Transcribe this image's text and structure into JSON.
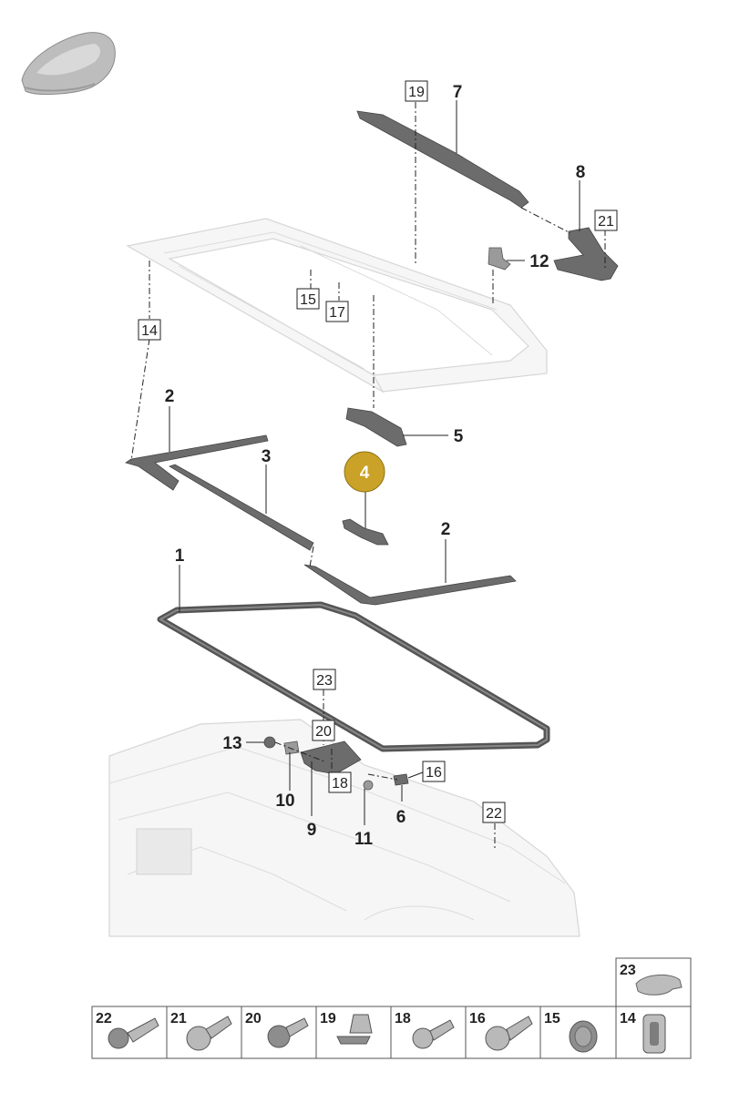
{
  "callouts": {
    "c1": "1",
    "c2a": "2",
    "c2b": "2",
    "c3": "3",
    "c4": "4",
    "c5": "5",
    "c6": "6",
    "c7": "7",
    "c8": "8",
    "c9": "9",
    "c10": "10",
    "c11": "11",
    "c12": "12",
    "c13": "13",
    "b14": "14",
    "b15": "15",
    "b16": "16",
    "b17": "17",
    "b18": "18",
    "b19": "19",
    "b20": "20",
    "b21": "21",
    "b22": "22",
    "b23": "23"
  },
  "highlight_color": "#c9a227",
  "parts_table": {
    "top_row": [
      "23"
    ],
    "bottom_row": [
      "22",
      "21",
      "20",
      "19",
      "18",
      "16",
      "15",
      "14"
    ]
  }
}
